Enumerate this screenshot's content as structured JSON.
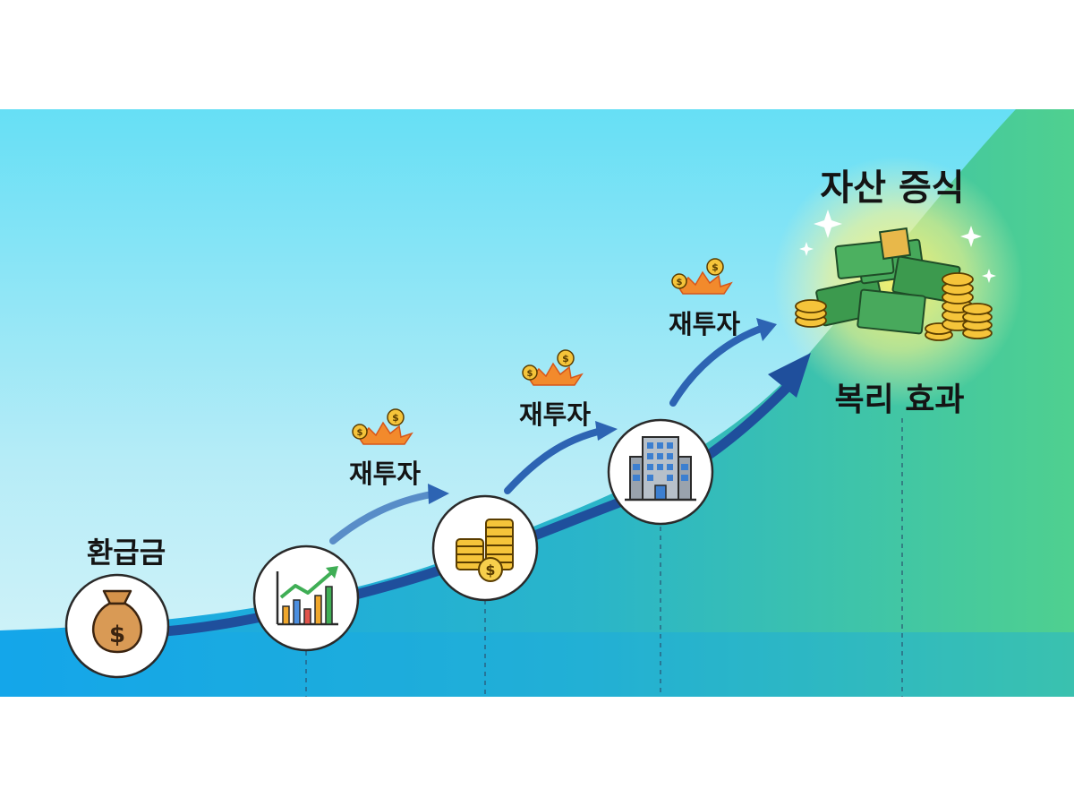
{
  "labels": {
    "start": "환급금",
    "reinvest_1": "재투자",
    "reinvest_2": "재투자",
    "reinvest_3": "재투자",
    "asset_growth": "자산 증식",
    "compound_effect": "복리 효과"
  },
  "stages": [
    {
      "icon": "money-bag-icon"
    },
    {
      "icon": "bar-chart-growth-icon"
    },
    {
      "icon": "coin-stack-icon"
    },
    {
      "icon": "office-building-icon"
    },
    {
      "icon": "cash-pile-icon"
    }
  ],
  "colors": {
    "sky_top": "#66dff5",
    "sky_bottom": "#c9f1f8",
    "water": "#14a6ea",
    "green": "#56d48a",
    "curve": "#1f4f9c",
    "coin": "#f5c43a",
    "cash": "#3c9a4e",
    "glow": "#fff36a"
  }
}
